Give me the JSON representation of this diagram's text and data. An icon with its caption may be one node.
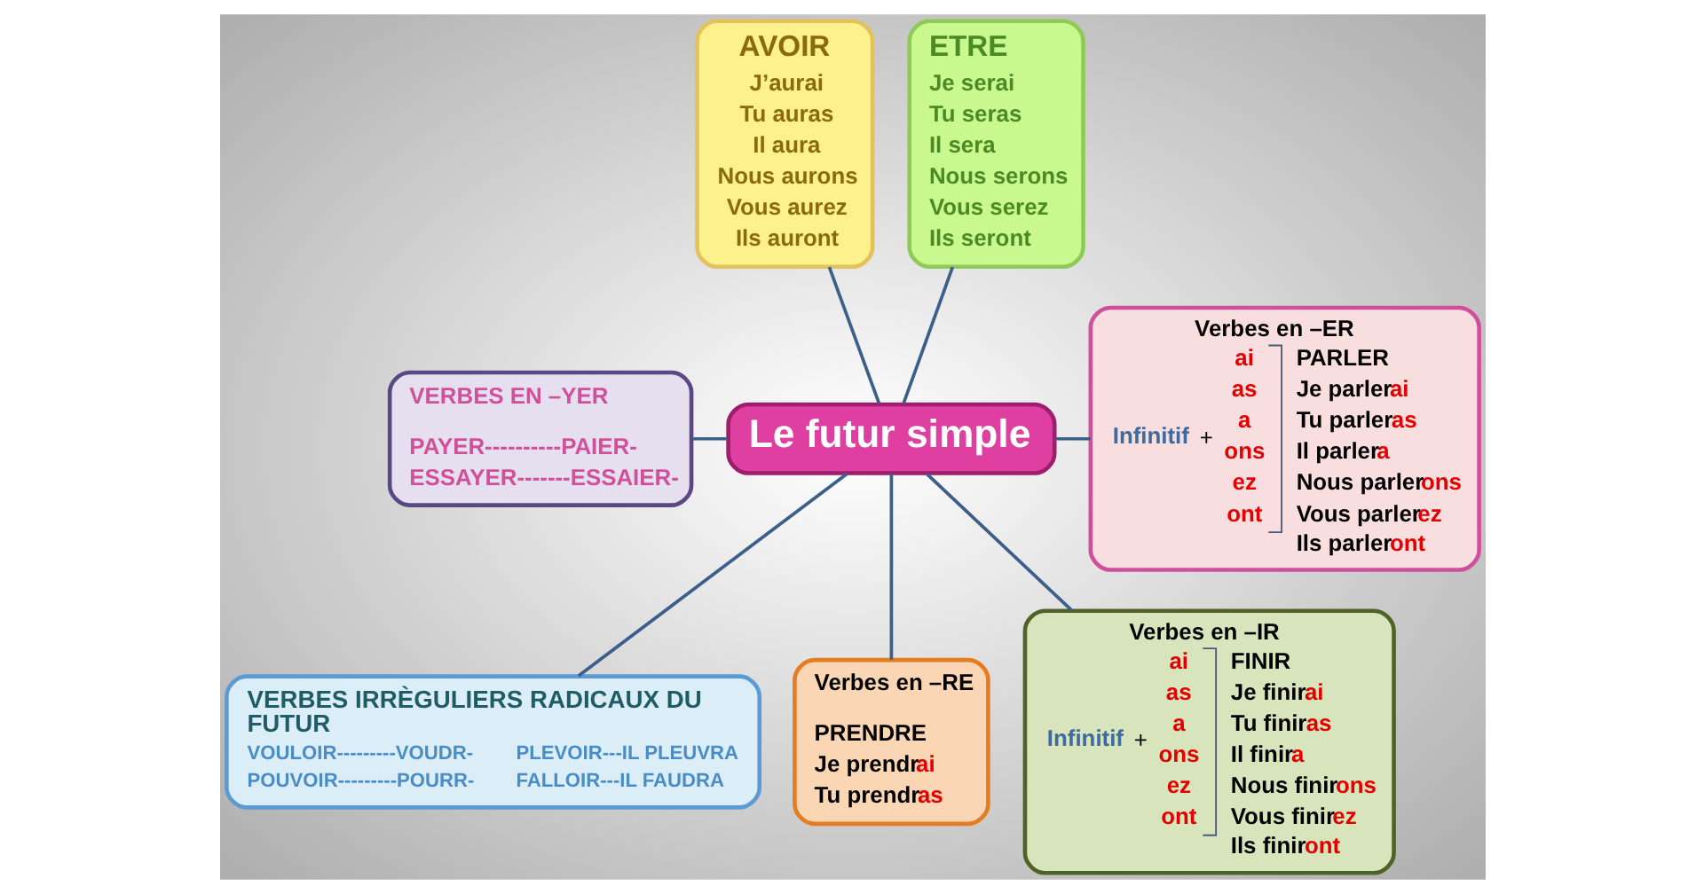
{
  "diagram": {
    "nodes": [
      {
        "text": [
          "AVOIR",
          "J’aurai",
          "Tu auras",
          "Il aura",
          "Nous aurons",
          "Vous aurez",
          "Ils auront"
        ]
      },
      {
        "text": [
          "ETRE",
          "Je serai",
          "Tu seras",
          "Il sera",
          "Nous serons",
          "Vous serez",
          "Ils seront"
        ]
      },
      {
        "text": [
          "Verbes en –ER",
          "Infinitif",
          "+",
          "ai",
          "as",
          "a",
          "ons",
          "ez",
          "ont",
          "PARLER",
          "Je parlerai",
          "Tu parleras",
          "Il parlera",
          "Nous parlerons",
          "Vous parlerez",
          "Ils parleront"
        ]
      },
      {
        "text": [
          "VERBES EN –YER",
          "PAYER----------PAIER-",
          "ESSAYER-------ESSAIER-"
        ]
      },
      {
        "text": [
          "Le futur simple"
        ]
      },
      {
        "text": [
          "Verbes en –IR",
          "Infinitif",
          "+",
          "ai",
          "as",
          "a",
          "ons",
          "ez",
          "ont",
          "FINIR",
          "Je finirai",
          "Tu finiras",
          "Il finira",
          "Nous finirons",
          "Vous finirez",
          "Ils finiront"
        ]
      },
      {
        "text": [
          "VERBES IRRÈGULIERS RADICAUX DU FUTUR",
          "VOULOIR---------VOUDR-",
          "PLEVOIR---IL PLEUVRA",
          "POUVOIR---------POURR-",
          "FALLOIR---IL FAUDRA"
        ]
      },
      {
        "text": [
          "Verbes en –RE",
          "PRENDRE",
          "Je prendrai",
          "Tu prendras"
        ]
      }
    ],
    "edges": [
      {
        "from": 0,
        "to": 4,
        "arrow": "none"
      },
      {
        "from": 1,
        "to": 4,
        "arrow": "none"
      },
      {
        "from": 4,
        "to": 2,
        "arrow": "none"
      },
      {
        "from": 3,
        "to": 4,
        "arrow": "none"
      },
      {
        "from": 4,
        "to": 6,
        "arrow": "none"
      },
      {
        "from": 4,
        "to": 7,
        "arrow": "none"
      },
      {
        "from": 4,
        "to": 5,
        "arrow": "none"
      }
    ]
  }
}
